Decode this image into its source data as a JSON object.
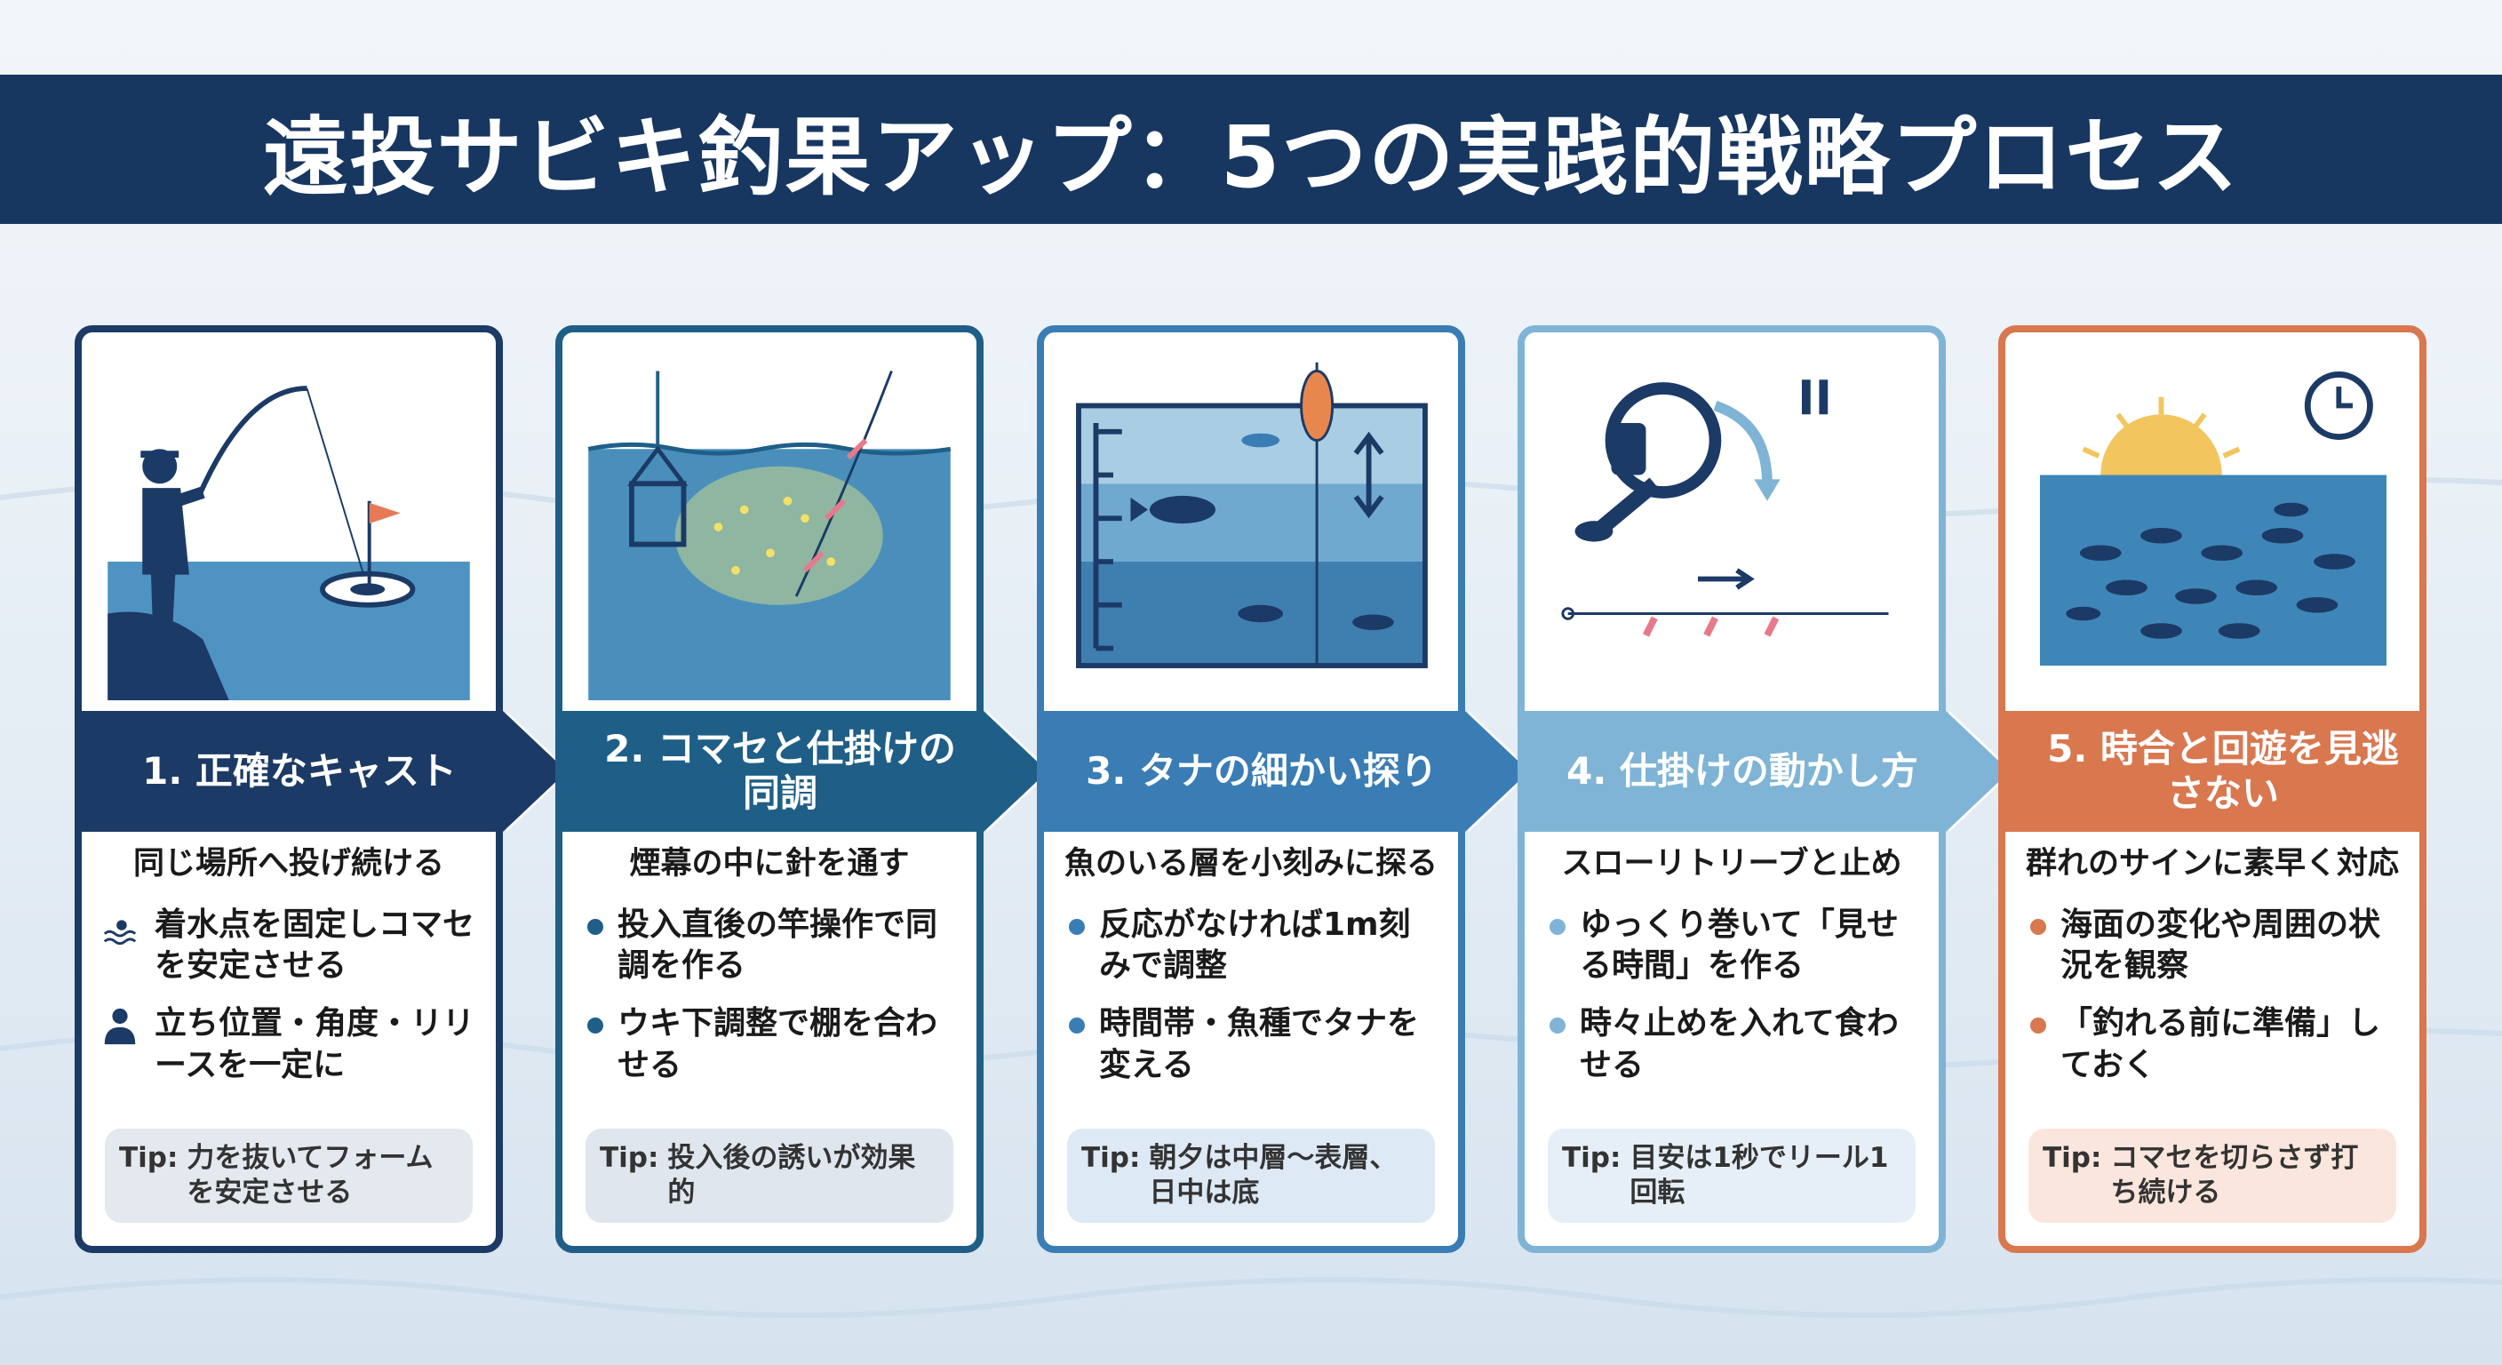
{
  "title": "遠投サビキ釣果アップ：5つの実践的戦略プロセス",
  "tip_label": "Tip:",
  "colors": {
    "navy": "#173761",
    "c1": "#1c3a66",
    "c2": "#1f5f87",
    "c3": "#3a7db5",
    "c4": "#7fb4d6",
    "c5": "#d9774f"
  },
  "cards": [
    {
      "title": "1. 正確なキャスト",
      "subtitle": "同じ場所へ投げ続ける",
      "bullets": [
        "着水点を固定しコマセを安定させる",
        "立ち位置・角度・リリースを一定に"
      ],
      "bullet_icons": [
        "splash-icon",
        "person-icon"
      ],
      "tip": "力を抜いてフォームを安定させる"
    },
    {
      "title": "2. コマセと仕掛けの同調",
      "subtitle": "煙幕の中に針を通す",
      "bullets": [
        "投入直後の竿操作で同調を作る",
        "ウキ下調整で棚を合わせる"
      ],
      "tip": "投入後の誘いが効果的"
    },
    {
      "title": "3. タナの細かい探り",
      "subtitle": "魚のいる層を小刻みに探る",
      "bullets": [
        "反応がなければ1m刻みで調整",
        "時間帯・魚種でタナを変える"
      ],
      "tip": "朝夕は中層〜表層、日中は底"
    },
    {
      "title": "4. 仕掛けの動かし方",
      "subtitle": "スローリトリーブと止め",
      "bullets": [
        "ゆっくり巻いて「見せる時間」を作る",
        "時々止めを入れて食わせる"
      ],
      "tip": "目安は1秒でリール1回転"
    },
    {
      "title": "5. 時合と回遊を見逃さない",
      "subtitle": "群れのサインに素早く対応",
      "bullets": [
        "海面の変化や周囲の状況を観察",
        "「釣れる前に準備」しておく"
      ],
      "tip": "コマセを切らさず打ち続ける"
    }
  ]
}
